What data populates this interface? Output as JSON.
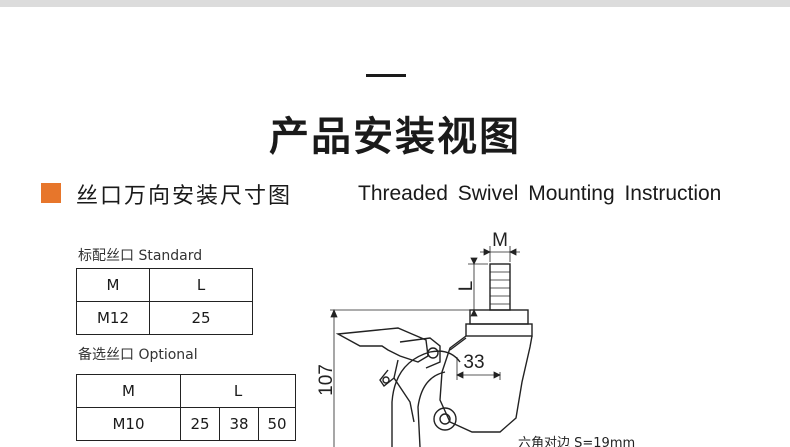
{
  "header": {
    "title": "产品安装视图"
  },
  "section": {
    "title_cn": "丝口万向安装尺寸图",
    "title_en": "Threaded Swivel Mounting Instruction",
    "accent_color": "#e7762b"
  },
  "standard": {
    "label": "标配丝口 Standard",
    "headers": [
      "M",
      "L"
    ],
    "rows": [
      [
        "M12",
        "25"
      ]
    ]
  },
  "optional": {
    "label": "备选丝口 Optional",
    "headers": [
      "M",
      "L"
    ],
    "rows": [
      [
        "M10",
        "25",
        "38",
        "50"
      ]
    ]
  },
  "drawing": {
    "dim_m": "M",
    "dim_l": "L",
    "dim_33": "33",
    "dim_107": "107",
    "note": "六角对边 S=19mm"
  }
}
